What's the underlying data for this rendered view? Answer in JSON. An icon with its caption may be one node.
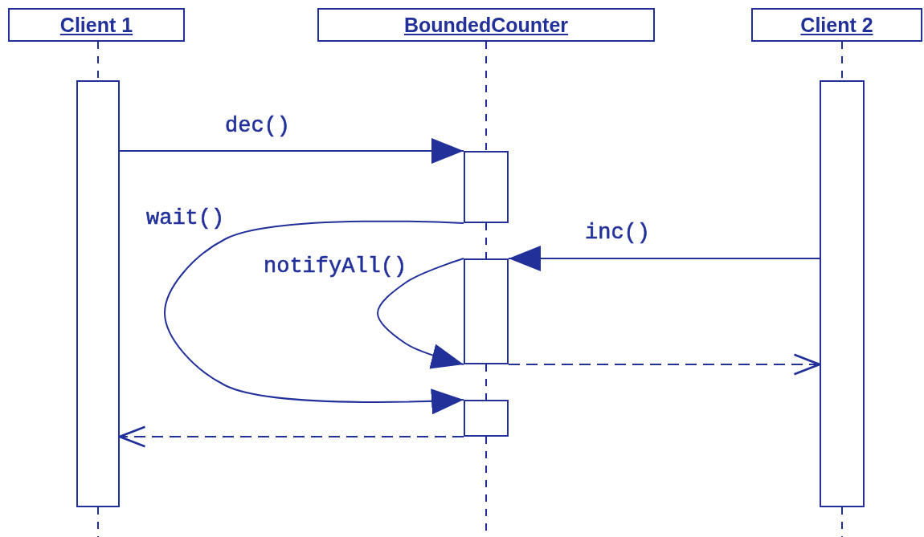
{
  "diagram": {
    "nodes": [
      {
        "text": [
          "Client 1"
        ]
      },
      {
        "text": [
          "BoundedCounter"
        ]
      },
      {
        "text": [
          "Client 2"
        ]
      },
      {
        "text": [],
        "shape": "bar"
      },
      {
        "text": [],
        "shape": "bar"
      },
      {
        "text": [],
        "shape": "bar"
      },
      {
        "text": [],
        "shape": "bar"
      },
      {
        "text": [],
        "shape": "bar"
      }
    ],
    "edges": [
      {
        "from": 0,
        "to": 3,
        "arrow": "none",
        "style": "dashed"
      },
      {
        "from": 1,
        "to": 4,
        "arrow": "none",
        "style": "dashed"
      },
      {
        "from": 4,
        "to": 5,
        "arrow": "none",
        "style": "dashed"
      },
      {
        "from": 5,
        "to": 6,
        "arrow": "none",
        "style": "dashed"
      },
      {
        "from": 2,
        "to": 7,
        "arrow": "none",
        "style": "dashed"
      },
      {
        "from": 3,
        "to": 4,
        "arrow": "to",
        "label": "dec()"
      },
      {
        "from": 4,
        "to": 6,
        "arrow": "to",
        "label": "wait()"
      },
      {
        "from": 7,
        "to": 5,
        "arrow": "to",
        "label": "inc()"
      },
      {
        "from": 5,
        "to": 5,
        "arrow": "to",
        "label": "notifyAll()"
      },
      {
        "from": 5,
        "to": 7,
        "arrow": "to",
        "style": "dashed"
      },
      {
        "from": 6,
        "to": 3,
        "arrow": "to",
        "style": "dashed"
      }
    ]
  }
}
